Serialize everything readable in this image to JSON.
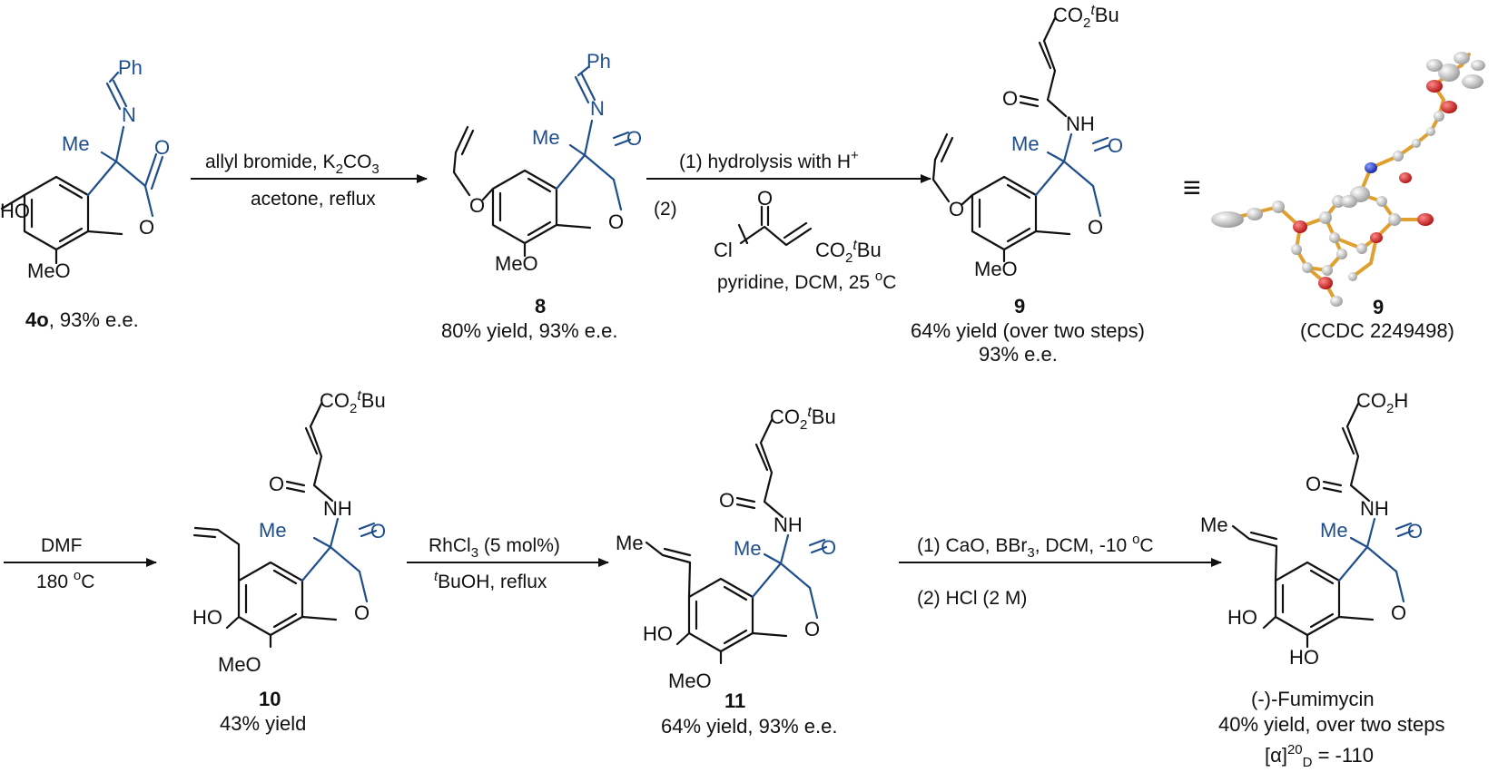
{
  "compounds": {
    "c4o": {
      "num": "4o",
      "caption": ", 93% e.e.",
      "labels": {
        "ph": "Ph",
        "n": "N",
        "me": "Me",
        "o_carbonyl": "O",
        "o_ring": "O",
        "ho": "HO",
        "meo": "MeO"
      }
    },
    "c8": {
      "num": "8",
      "caption": "80% yield, 93% e.e.",
      "labels": {
        "ph": "Ph",
        "n": "N",
        "me": "Me",
        "o_carbonyl": "O",
        "o_ring": "O",
        "o_allyl": "O",
        "meo": "MeO"
      }
    },
    "c9": {
      "num": "9",
      "caption1": "64% yield (over two steps)",
      "caption2": "93% e.e.",
      "labels": {
        "co2": "CO",
        "sub2": "2",
        "tbu_t": "t",
        "tbu": "Bu",
        "o_amide": "O",
        "nh": "NH",
        "me": "Me",
        "o_carbonyl": "O",
        "o_ring": "O",
        "o_allyl": "O",
        "meo": "MeO"
      }
    },
    "c9x": {
      "num": "9",
      "caption": "(CCDC 2249498)"
    },
    "c10": {
      "num": "10",
      "caption": "43% yield",
      "labels": {
        "co2": "CO",
        "sub2": "2",
        "tbu_t": "t",
        "tbu": "Bu",
        "o_amide": "O",
        "nh": "NH",
        "me": "Me",
        "o_carbonyl": "O",
        "o_ring": "O",
        "ho": "HO",
        "meo": "MeO"
      }
    },
    "c11": {
      "num": "11",
      "caption": "64% yield, 93% e.e.",
      "labels": {
        "co2": "CO",
        "sub2": "2",
        "tbu_t": "t",
        "tbu": "Bu",
        "o_amide": "O",
        "nh": "NH",
        "me": "Me",
        "me_vinyl": "Me",
        "o_carbonyl": "O",
        "o_ring": "O",
        "ho": "HO",
        "meo": "MeO"
      }
    },
    "cfum": {
      "name": "(-)-Fumimycin",
      "caption1": "40% yield, over two steps",
      "rot_bracket": "[α]",
      "rot_sup": "20",
      "rot_sub": "D",
      "rot_value": " = -110",
      "labels": {
        "co2h": "CO",
        "sub2": "2",
        "h": "H",
        "o_amide": "O",
        "nh": "NH",
        "me": "Me",
        "me_vinyl": "Me",
        "o_carbonyl": "O",
        "o_ring": "O",
        "ho1": "HO",
        "ho2": "HO"
      }
    }
  },
  "conditions": {
    "step1_top_a": "allyl bromide, K",
    "step1_top_sub": "2",
    "step1_top_b": "CO",
    "step1_top_sub2": "3",
    "step1_bottom": "acetone, reflux",
    "step2_top": "(1) hydrolysis with H",
    "step2_top_sup": "+",
    "step2_num2": "(2)",
    "step2_reagent_o": "O",
    "step2_reagent_cl": "Cl",
    "step2_reagent_co2": "CO",
    "step2_reagent_sub2": "2",
    "step2_reagent_t": "t",
    "step2_reagent_bu": "Bu",
    "step2_bottom": "pyridine, DCM, 25 ",
    "step2_bottom_sup": "o",
    "step2_bottom_c": "C",
    "step3_top": "DMF",
    "step3_bottom": "180 ",
    "step3_bottom_sup": "o",
    "step3_bottom_c": "C",
    "step4_top_a": "RhCl",
    "step4_top_sub": "3",
    "step4_top_b": " (5 mol%)",
    "step4_bottom_t": "t",
    "step4_bottom": "BuOH, reflux",
    "step5_top_a": "(1) CaO, BBr",
    "step5_top_sub": "3",
    "step5_top_b": ", DCM, -10 ",
    "step5_top_sup": "o",
    "step5_top_c": "C",
    "step5_bottom": "(2) HCl (2 M)"
  },
  "equivalence_symbol": "≡",
  "colors": {
    "highlight": "#1f4e8c",
    "ink": "#111111",
    "bond_xray": "#e0a030",
    "atom_o": "#cc1f1f",
    "atom_n": "#1a3ccc",
    "atom_c": "#bdbdbd"
  }
}
